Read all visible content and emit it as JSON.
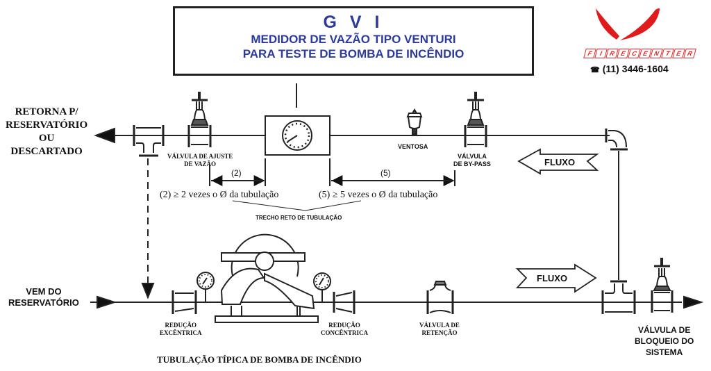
{
  "header": {
    "code": "G V I",
    "subtitle_line1": "MEDIDOR DE VAZÃO TIPO VENTURI",
    "subtitle_line2": "PARA TESTE DE BOMBA DE INCÊNDIO"
  },
  "brand": {
    "name_letters": [
      "F",
      "I",
      "R",
      "E",
      "C",
      "E",
      "N",
      "T",
      "E",
      "R"
    ],
    "phone": "(11) 3446-1604",
    "phone_icon": "telephone-icon",
    "accent_color": "#e01b1b",
    "title_color": "#2b3a9f"
  },
  "labels": {
    "return_line1": "RETORNA P/",
    "return_line2": "RESERVATÓRIO",
    "return_line3": "OU",
    "return_line4": "DESCARTADO",
    "adjust_valve_line1": "VÁLVULA DE AJUSTE",
    "adjust_valve_line2": "DE VAZÃO",
    "air_valve": "VENTOSA",
    "bypass_valve_line1": "VÁLVULA",
    "bypass_valve_line2": "DE BY-PASS",
    "flow_top": "FLUXO",
    "flow_bottom": "FLUXO",
    "dim_2": "(2)",
    "dim_5": "(5)",
    "note_2": "(2)  ≥  2 vezes o  Ø da tubulação",
    "note_5": "(5) ≥  5 vezes o  Ø da tubulação",
    "straight_run": "TRECHO RETO DE TUBULAÇÃO",
    "inlet_line1": "VEM DO",
    "inlet_line2": "RESERVATÓRIO",
    "eccentric_line1": "REDUÇÃO",
    "eccentric_line2": "EXCÊNTRICA",
    "concentric_line1": "REDUÇÃO",
    "concentric_line2": "CONCÊNTRICA",
    "check_valve_line1": "VÁLVULA DE",
    "check_valve_line2": "RETENÇÃO",
    "block_valve_line1": "VÁLVULA DE",
    "block_valve_line2": "BLOQUEIO DO",
    "block_valve_line3": "SISTEMA",
    "footer": "TUBULAÇÃO TÍPICA DE BOMBA DE INCÊNDIO"
  }
}
